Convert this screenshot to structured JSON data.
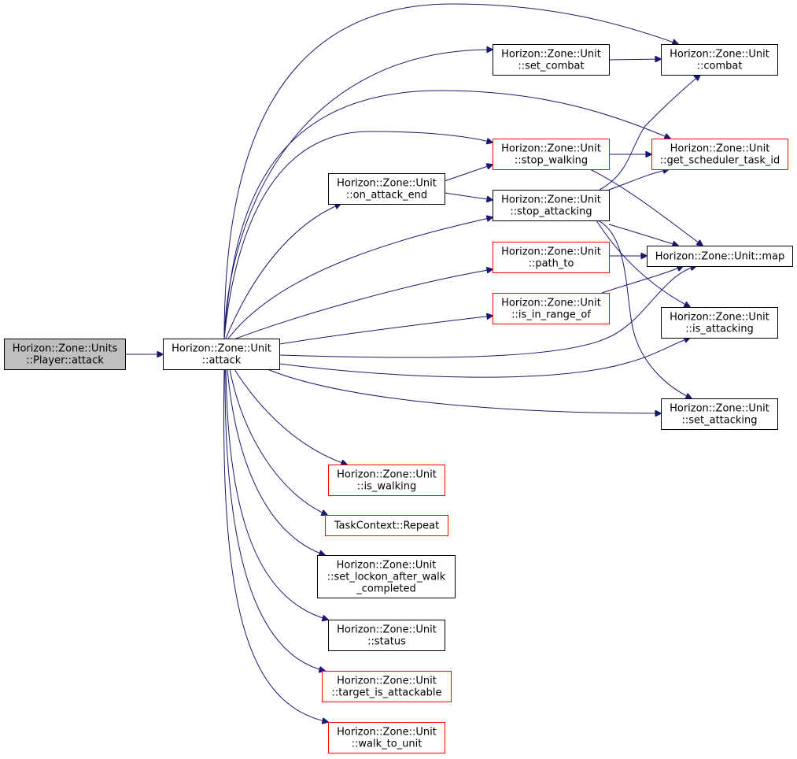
{
  "colors": {
    "edge": "#191970",
    "border_default": "#000000",
    "border_truncated": "#ff0000",
    "fill_focus": "#bfbfbf",
    "fill_default": "#ffffff"
  },
  "nodes": {
    "player_attack": {
      "lines": [
        "Horizon::Zone::Units",
        "::Player::attack"
      ],
      "style": "focus"
    },
    "unit_attack": {
      "lines": [
        "Horizon::Zone::Unit",
        "::attack"
      ],
      "style": "default"
    },
    "combat": {
      "lines": [
        "Horizon::Zone::Unit",
        "::combat"
      ],
      "style": "default"
    },
    "set_combat": {
      "lines": [
        "Horizon::Zone::Unit",
        "::set_combat"
      ],
      "style": "default"
    },
    "get_scheduler_task_id": {
      "lines": [
        "Horizon::Zone::Unit",
        "::get_scheduler_task_id"
      ],
      "style": "truncated"
    },
    "stop_walking": {
      "lines": [
        "Horizon::Zone::Unit",
        "::stop_walking"
      ],
      "style": "truncated"
    },
    "on_attack_end": {
      "lines": [
        "Horizon::Zone::Unit",
        "::on_attack_end"
      ],
      "style": "default"
    },
    "stop_attacking": {
      "lines": [
        "Horizon::Zone::Unit",
        "::stop_attacking"
      ],
      "style": "default"
    },
    "map": {
      "lines": [
        "Horizon::Zone::Unit::map"
      ],
      "style": "default"
    },
    "path_to": {
      "lines": [
        "Horizon::Zone::Unit",
        "::path_to"
      ],
      "style": "truncated"
    },
    "is_in_range_of": {
      "lines": [
        "Horizon::Zone::Unit",
        "::is_in_range_of"
      ],
      "style": "truncated"
    },
    "is_attacking": {
      "lines": [
        "Horizon::Zone::Unit",
        "::is_attacking"
      ],
      "style": "default"
    },
    "set_attacking": {
      "lines": [
        "Horizon::Zone::Unit",
        "::set_attacking"
      ],
      "style": "default"
    },
    "is_walking": {
      "lines": [
        "Horizon::Zone::Unit",
        "::is_walking"
      ],
      "style": "truncated"
    },
    "repeat": {
      "lines": [
        "TaskContext::Repeat"
      ],
      "style": "truncated"
    },
    "set_lockon": {
      "lines": [
        "Horizon::Zone::Unit",
        "::set_lockon_after_walk",
        "_completed"
      ],
      "style": "default"
    },
    "status": {
      "lines": [
        "Horizon::Zone::Unit",
        "::status"
      ],
      "style": "default"
    },
    "target_is_attackable": {
      "lines": [
        "Horizon::Zone::Unit",
        "::target_is_attackable"
      ],
      "style": "truncated"
    },
    "walk_to_unit": {
      "lines": [
        "Horizon::Zone::Unit",
        "::walk_to_unit"
      ],
      "style": "truncated"
    }
  },
  "edges": [
    [
      "player_attack",
      "unit_attack"
    ],
    [
      "unit_attack",
      "combat"
    ],
    [
      "unit_attack",
      "set_combat"
    ],
    [
      "unit_attack",
      "get_scheduler_task_id"
    ],
    [
      "unit_attack",
      "stop_walking"
    ],
    [
      "unit_attack",
      "on_attack_end"
    ],
    [
      "unit_attack",
      "stop_attacking"
    ],
    [
      "unit_attack",
      "path_to"
    ],
    [
      "unit_attack",
      "is_in_range_of"
    ],
    [
      "unit_attack",
      "map"
    ],
    [
      "unit_attack",
      "is_attacking"
    ],
    [
      "unit_attack",
      "set_attacking"
    ],
    [
      "unit_attack",
      "is_walking"
    ],
    [
      "unit_attack",
      "repeat"
    ],
    [
      "unit_attack",
      "set_lockon"
    ],
    [
      "unit_attack",
      "status"
    ],
    [
      "unit_attack",
      "target_is_attackable"
    ],
    [
      "unit_attack",
      "walk_to_unit"
    ],
    [
      "set_combat",
      "combat"
    ],
    [
      "stop_walking",
      "get_scheduler_task_id"
    ],
    [
      "stop_walking",
      "map"
    ],
    [
      "on_attack_end",
      "stop_walking"
    ],
    [
      "on_attack_end",
      "stop_attacking"
    ],
    [
      "stop_attacking",
      "combat"
    ],
    [
      "stop_attacking",
      "get_scheduler_task_id"
    ],
    [
      "stop_attacking",
      "map"
    ],
    [
      "stop_attacking",
      "is_attacking"
    ],
    [
      "stop_attacking",
      "set_attacking"
    ],
    [
      "path_to",
      "map"
    ],
    [
      "is_in_range_of",
      "map"
    ]
  ]
}
